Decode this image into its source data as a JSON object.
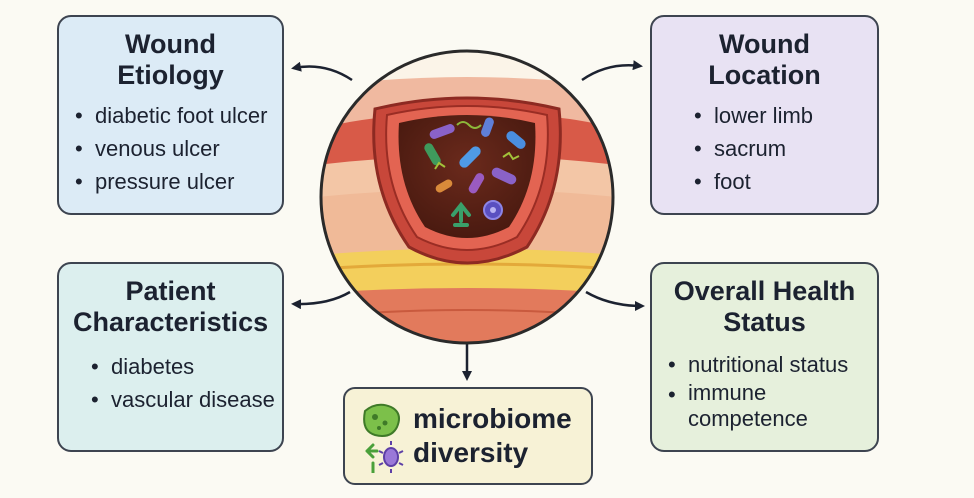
{
  "cards": {
    "etiology": {
      "title": "Wound Etiology",
      "items": [
        "diabetic foot ulcer",
        "venous ulcer",
        "pressure ulcer"
      ]
    },
    "location": {
      "title": "Wound Location",
      "items": [
        "lower limb",
        "sacrum",
        "foot"
      ]
    },
    "patient": {
      "title": "Patient Characteristics",
      "items": [
        "diabetes",
        "vascular disease"
      ]
    },
    "health": {
      "title": "Overall Health Status",
      "items": [
        "nutritional status",
        "immune competence"
      ]
    },
    "microbiome": {
      "label": "microbiome diversity",
      "icon": "bacteria-icon"
    }
  },
  "colors": {
    "etiology_bg": "#dcebf6",
    "location_bg": "#e8e2f3",
    "patient_bg": "#dcefee",
    "health_bg": "#e6f0dc",
    "microbiome_bg": "#f7f2d6",
    "border": "#3d4450"
  }
}
